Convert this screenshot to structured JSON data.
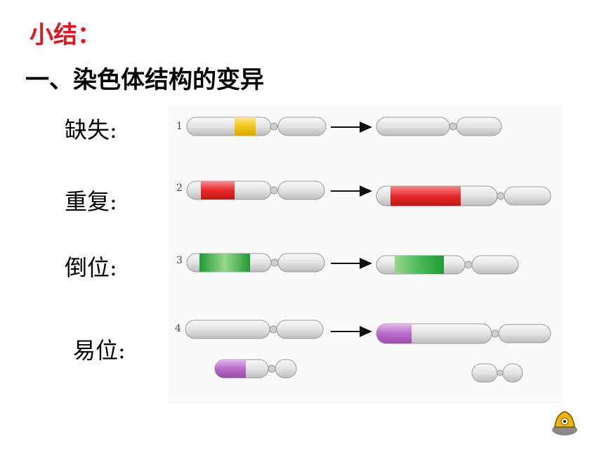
{
  "summary_title": "小结：",
  "section_heading": "一、染色体结构的变异",
  "mutation_types": [
    {
      "number": "1",
      "label": "缺失:",
      "segment_color": "#f2c418"
    },
    {
      "number": "2",
      "label": "重复:",
      "segment_color": "#e82a2a"
    },
    {
      "number": "3",
      "label": "倒位:",
      "segment_color": "#2aa83c"
    },
    {
      "number": "4",
      "label": "易位:",
      "segment_color": "#b86cc8"
    }
  ],
  "icons": {
    "arrow": "right-arrow-icon",
    "logo": "cartoon-logo-icon"
  }
}
